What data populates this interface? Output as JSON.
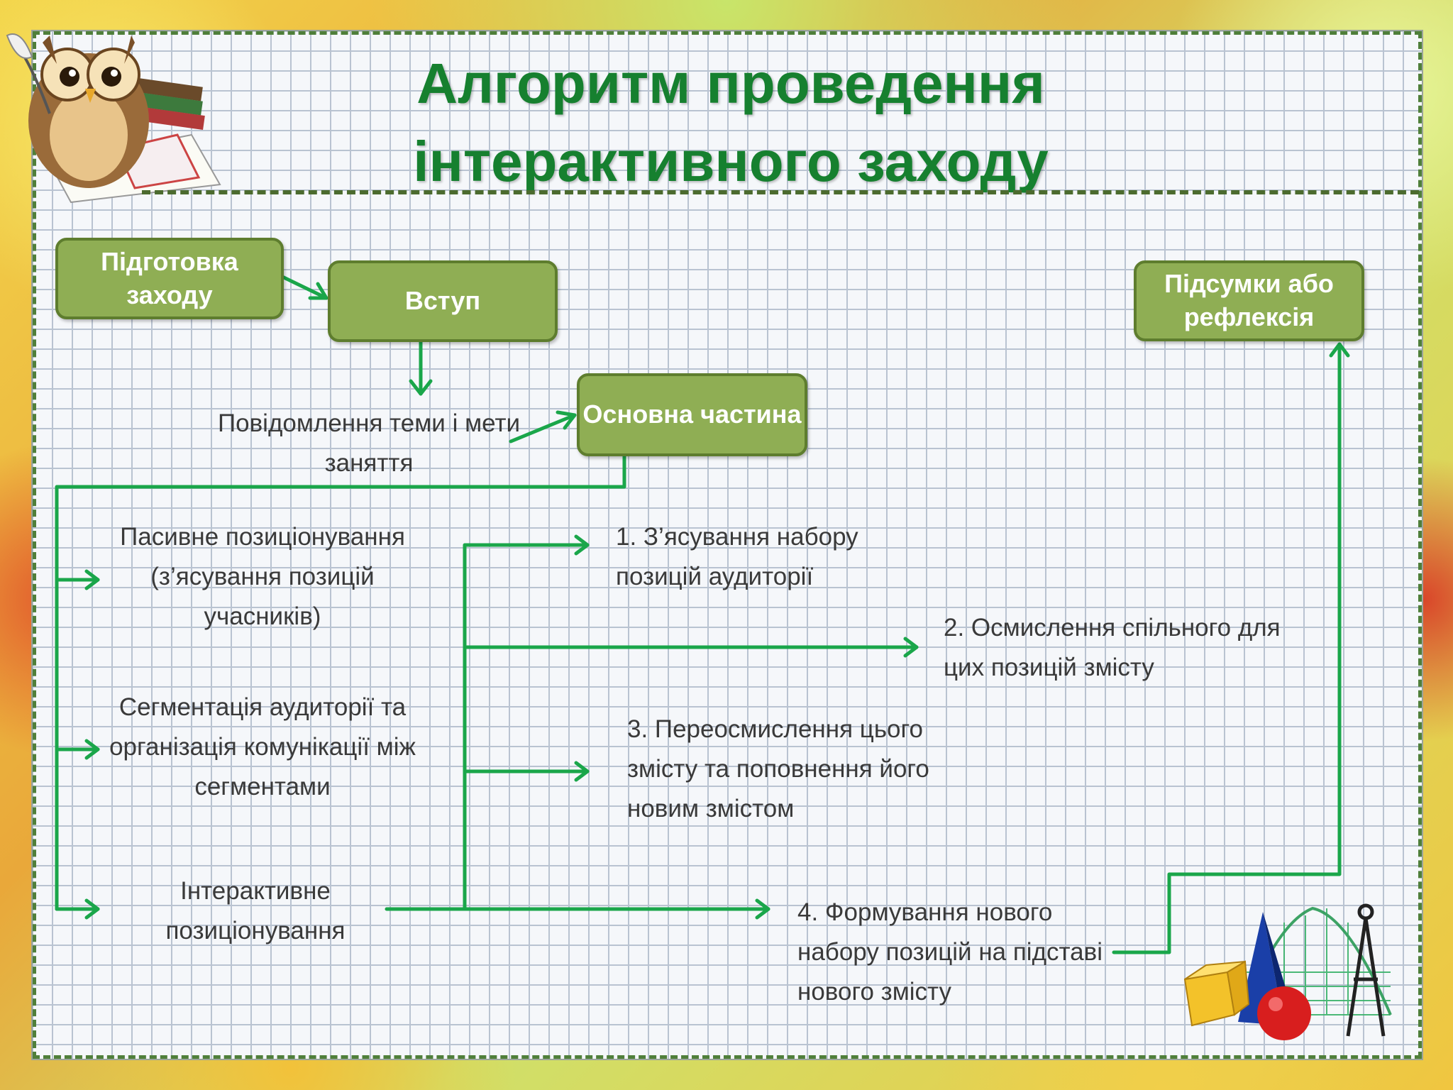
{
  "title": {
    "line1": "Алгоритм проведення",
    "line2": "інтерактивного заходу"
  },
  "boxes": {
    "preparation": "Підготовка заходу",
    "intro": "Вступ",
    "main": "Основна частина",
    "summary": "Підсумки або рефлексія"
  },
  "labels": {
    "topic": "Повідомлення теми і мети заняття",
    "passive": "Пасивне позиціонування (з’ясування позицій учасників)",
    "segmentation": "Сегментація аудиторії та організація комунікації між сегментами",
    "interactive": "Інтерактивне позиціонування"
  },
  "steps": {
    "s1": "1. З’ясування набору позицій аудиторії",
    "s2": "2. Осмислення спільного для цих позицій змісту",
    "s3": "3. Переосмислення цього змісту та поповнення його новим змістом",
    "s4": "4. Формування нового набору позицій на підставі нового змісту"
  },
  "colors": {
    "title": "#16802f",
    "box_fill": "#8fae54",
    "box_border": "#5e7d2e",
    "connector": "#1aa64a",
    "grid": "#b9c3d1"
  },
  "icons": [
    "owl-icon",
    "geometry-shapes-icon",
    "compass-icon"
  ]
}
